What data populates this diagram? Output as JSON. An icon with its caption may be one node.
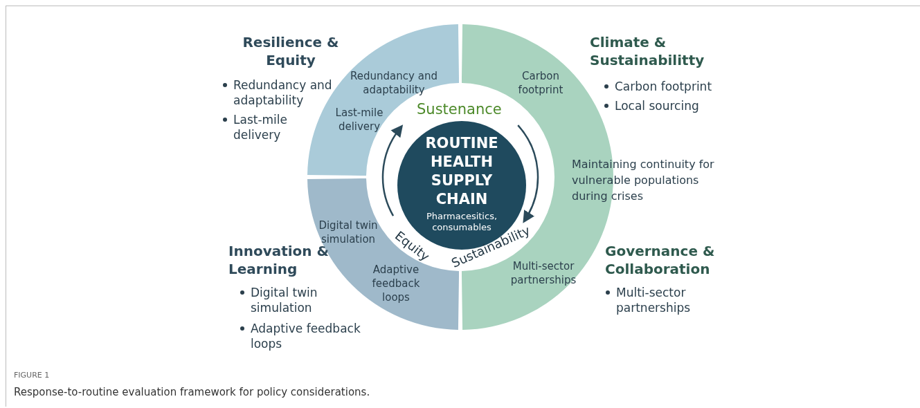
{
  "diagram": {
    "caption": "Response-to-routine evaluation framework for policy considerations.",
    "nodes": [
      {
        "text": [
          "Redundancy and adaptability",
          "Last-mile delivery"
        ]
      },
      {
        "text": [
          "Carbon footprint",
          "Multi-sector partnerships"
        ]
      },
      {
        "text": [
          "Digital twin simulation",
          "Adaptive feedback loops"
        ]
      },
      {
        "text": [
          "ROUTINE HEALTH SUPPLY CHAIN",
          "Pharmacesitics, consumables"
        ]
      }
    ],
    "edges": [],
    "labels": [
      "Resilience & Equity",
      "Redundancy and adaptability",
      "Last-mile delivery",
      "Climate & Sustainabilitty",
      "Carbon footprint",
      "Local sourcing",
      "Sustenance",
      "Maintaining continuity for vulnerable populations during crises",
      "Equity",
      "Sustainability",
      "Innovation & Learning",
      "Digital twin simulation",
      "Adaptive feedback loops",
      "Governance & Collaboration",
      "Multi-sector partnerships",
      "FIGURE 1"
    ]
  }
}
